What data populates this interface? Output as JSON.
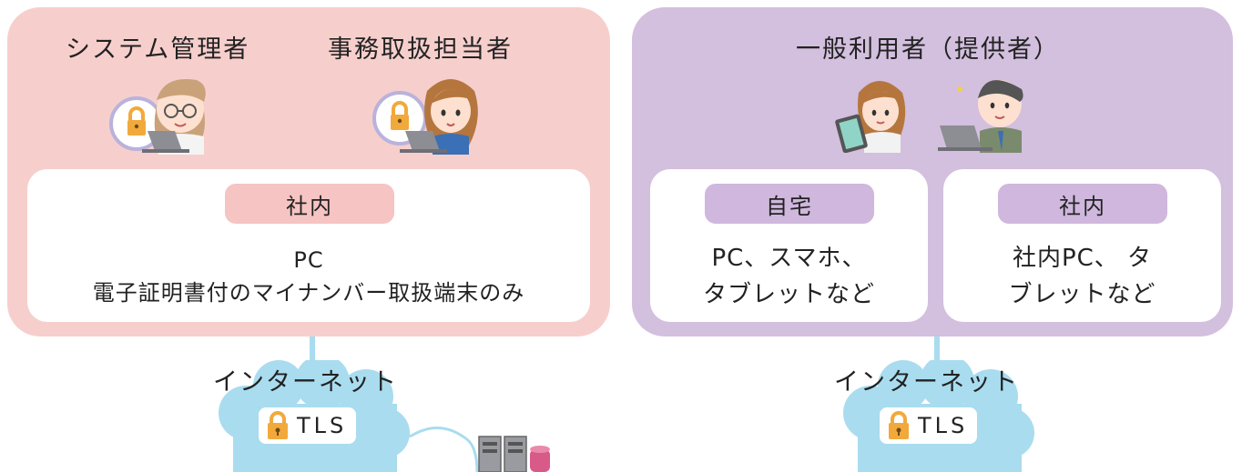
{
  "left_panel": {
    "roles": [
      "システム管理者",
      "事務取扱担当者"
    ],
    "location_tag": "社内",
    "device_line1": "PC",
    "device_line2": "電子証明書付のマイナンバー取扱端末のみ"
  },
  "right_panel": {
    "heading": "一般利用者（提供者）",
    "home": {
      "tag": "自宅",
      "line1": "PC、スマホ、",
      "line2": "タブレットなど"
    },
    "office": {
      "tag": "社内",
      "line1": "社内PC、 タ",
      "line2": "ブレットなど"
    }
  },
  "network": {
    "left": {
      "label": "インターネット",
      "protocol": "TLS"
    },
    "right": {
      "label": "インターネット",
      "protocol": "TLS"
    }
  },
  "colors": {
    "left_panel": "#f6cfcd",
    "right_panel": "#d3bfde",
    "cloud": "#a9dcef",
    "lock": "#f2a93b"
  },
  "icons": [
    "admin-person-icon",
    "staff-person-icon",
    "padlock-icon",
    "tablet-user-icon",
    "laptop-user-icon",
    "cloud-icon",
    "server-icon"
  ]
}
